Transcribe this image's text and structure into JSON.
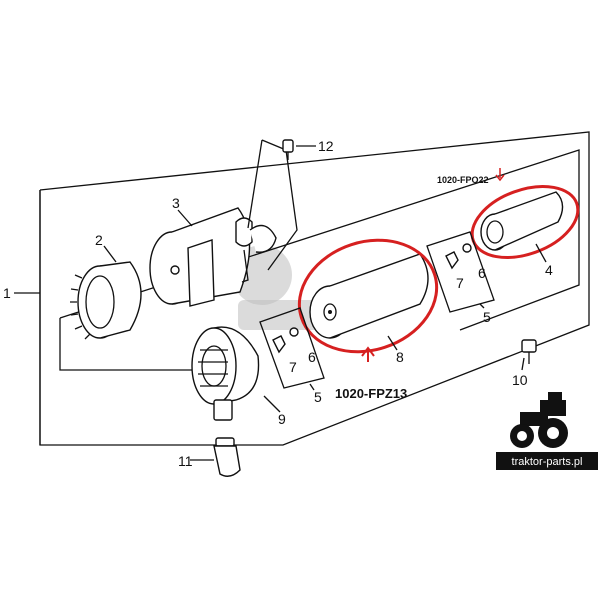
{
  "diagram": {
    "part_numbers": {
      "n1": "1",
      "n2": "2",
      "n3": "3",
      "n4": "4",
      "n5a": "5",
      "n5b": "5",
      "n6a": "6",
      "n6b": "6",
      "n7a": "7",
      "n7b": "7",
      "n8": "8",
      "n9": "9",
      "n10": "10",
      "n11": "11",
      "n12": "12"
    },
    "callouts": {
      "inner_filter_code": "1020-FPO22",
      "outer_filter_code": "1020-FPZ13"
    },
    "brand": {
      "logo_text": "traktor-parts.pl",
      "icon": "tractor-icon"
    },
    "colors": {
      "callout_red": "#d62020",
      "line": "#111111",
      "logo_bg": "#111111"
    }
  }
}
